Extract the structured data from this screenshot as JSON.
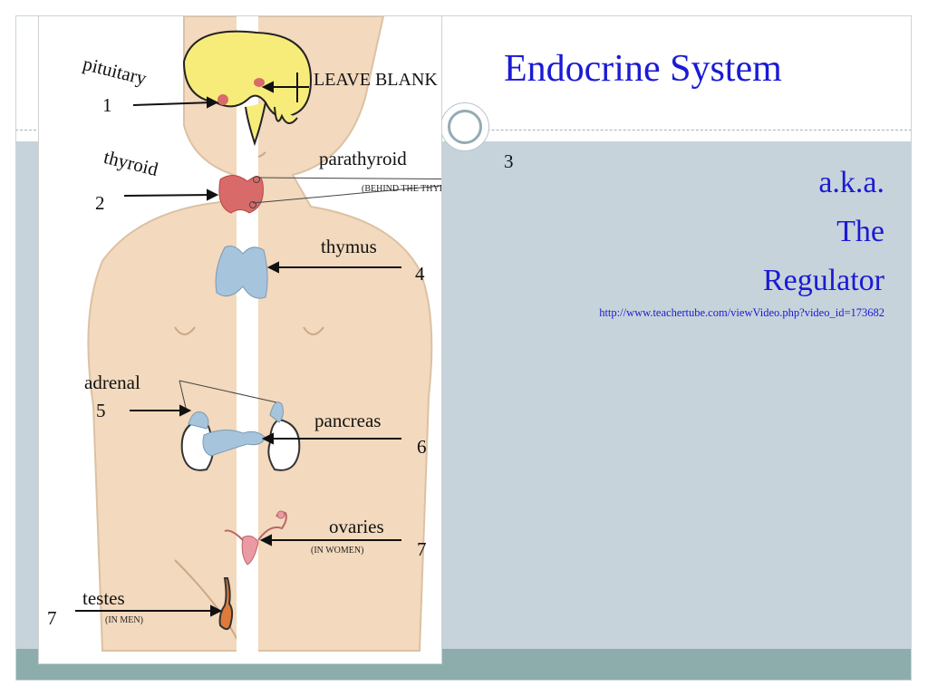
{
  "slide": {
    "title": "Endocrine System",
    "subtitle": [
      "a.k.a.",
      "The",
      "Regulator"
    ],
    "link": "http://www.teachertube.com/viewVideo.php?video_id=173682"
  },
  "diagram": {
    "labels": {
      "pituitary": "pituitary",
      "leave_blank": "LEAVE BLANK",
      "thyroid": "thyroid",
      "parathyroid": "parathyroid",
      "behind_thyroid": "(BEHIND THE THYROID)",
      "thymus": "thymus",
      "adrenal": "adrenal",
      "pancreas": "pancreas",
      "ovaries": "ovaries",
      "in_women": "(IN WOMEN)",
      "testes": "testes",
      "in_men": "(IN MEN)"
    },
    "numbers": {
      "pituitary": "1",
      "thyroid": "2",
      "parathyroid": "3",
      "thymus": "4",
      "adrenal": "5",
      "pancreas": "6",
      "ovaries": "7",
      "testes": "7"
    }
  },
  "colors": {
    "title": "#1a1ad6",
    "panel": "#c7d3da",
    "footer": "#8dadad",
    "skin": "#f3d9bd",
    "brain": "#f7ec7a",
    "thyroid": "#d86a6a",
    "blue_organ": "#a7c4dd"
  }
}
